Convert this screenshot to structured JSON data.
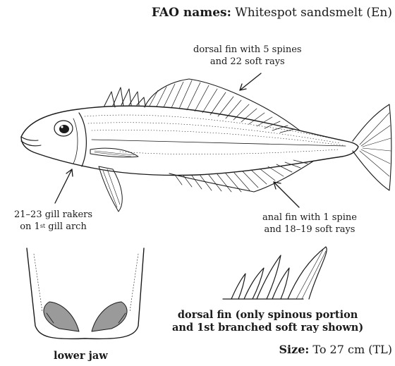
{
  "header": {
    "fao_label": "FAO names:",
    "fao_value": "Whitespot sandsmelt (En)"
  },
  "annotations": {
    "dorsal_line1": "dorsal fin with 5 spines",
    "dorsal_line2": "and 22 soft rays",
    "gill_line1": "21–23 gill rakers",
    "gill_line2_a": "on 1",
    "gill_line2_sup": "st",
    "gill_line2_b": " gill arch",
    "anal_line1": "anal fin with 1 spine",
    "anal_line2": "and 18–19 soft rays"
  },
  "details": {
    "dorsal_detail_line1": "dorsal fin (only spinous portion",
    "dorsal_detail_line2": "and 1st branched soft ray shown)",
    "lower_jaw": "lower jaw"
  },
  "footer": {
    "size_label": "Size:",
    "size_value": "To 27 cm (TL)"
  }
}
